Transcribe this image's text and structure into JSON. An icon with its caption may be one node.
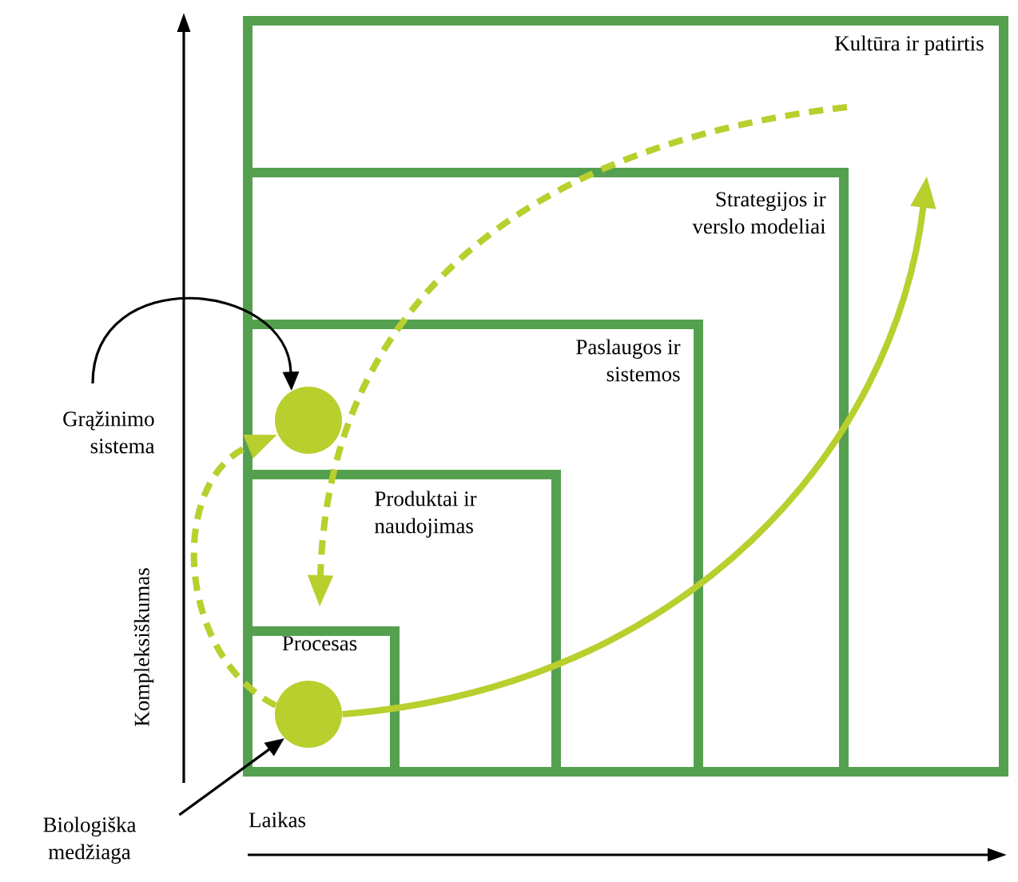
{
  "diagram": {
    "nodes": [
      {
        "text": [
          "Kultūra ir patirtis"
        ]
      },
      {
        "text": [
          "Strategijos ir verslo modeliai"
        ],
        "in": 0
      },
      {
        "text": [
          "Paslaugos ir sistemos"
        ],
        "in": 1
      },
      {
        "text": [
          "Produktai ir naudojimas"
        ],
        "in": 2
      },
      {
        "text": [
          "Procesas"
        ],
        "in": 3
      },
      {
        "text": [],
        "shape": "circle",
        "in": 2
      },
      {
        "text": [],
        "shape": "circle",
        "in": 4
      },
      {
        "text": [
          "Grąžinimo sistema"
        ]
      },
      {
        "text": [
          "Biologiška medžiaga"
        ]
      }
    ],
    "edges": [
      {
        "from": 7,
        "to": 5,
        "arrow": "to",
        "color": "#000000"
      },
      {
        "from": 8,
        "to": 6,
        "arrow": "to",
        "color": "#000000"
      },
      {
        "from": 6,
        "to": 5,
        "arrow": "to",
        "style": "dashed",
        "color": "#b8cf2e"
      },
      {
        "from": 6,
        "to": 0,
        "arrow": "to",
        "style": "thick",
        "color": "#b8cf2e"
      }
    ],
    "labels": [
      "Kompleksiškumas",
      "Laikas"
    ]
  }
}
